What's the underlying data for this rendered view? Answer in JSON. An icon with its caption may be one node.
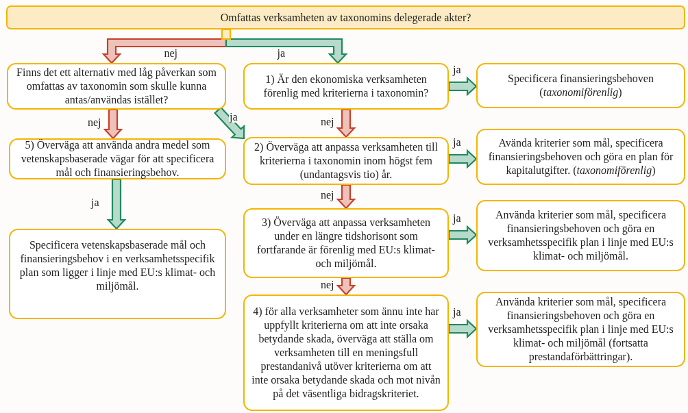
{
  "diagram": {
    "nodes": [
      {
        "text": [
          "Omfattas verksamheten av taxonomins delegerade akter?"
        ]
      },
      {
        "text": [
          "Finns det ett alternativ med låg påverkan som omfattas av taxonomin som skulle kunna antas/användas istället?"
        ]
      },
      {
        "text": [
          "1) Är den ekonomiska verksamheten förenlig med kriterierna i taxonomin?"
        ]
      },
      {
        "text": [
          "Specificera finansieringsbehoven (*taxonomiförenlig*)"
        ]
      },
      {
        "text": [
          "5) Överväga att använda andra medel som vetenskapsbaserade vägar för att specificera mål och finansieringsbehov."
        ]
      },
      {
        "text": [
          "2) Överväga att anpassa verksamheten till kriterierna i taxonomin inom högst fem (undantagsvis tio) år."
        ]
      },
      {
        "text": [
          "Avända kriterier som mål, specificera finansieringsbehoven och göra en plan för kapitalutgifter. (*taxonomiförenlig*)"
        ]
      },
      {
        "text": [
          "Specificera vetenskapsbaserade mål och finansieringsbehov i en verksamhetsspecifik plan som ligger i linje med EU:s klimat- och miljömål."
        ]
      },
      {
        "text": [
          "3) Överväga att anpassa verksamheten under en längre tidshorisont som fortfarande är förenlig med EU:s klimat- och miljömål."
        ]
      },
      {
        "text": [
          "Använda kriterier som mål, specificera finansieringsbehoven och göra en verksamhetsspecifik plan i linje med EU:s klimat- och miljömål."
        ]
      },
      {
        "text": [
          "4) för alla verksamheter som ännu inte har uppfyllt kriterierna om att inte orsaka betydande skada, överväga att ställa om verksamheten till en meningsfull prestandanivå utöver kriterierna om att inte orsaka betydande skada och mot nivån på det väsentliga bidragskriteriet."
        ]
      },
      {
        "text": [
          "Använda kriterier som mål, specificera finansieringsbehoven och göra en verksamhetsspecifik plan i linje med EU:s klimat- och miljömål (fortsatta prestandaförbättringar)."
        ]
      }
    ],
    "edges": [
      {
        "from": 0,
        "to": 1,
        "arrow": "to",
        "label": "nej",
        "color": "#c8402a"
      },
      {
        "from": 0,
        "to": 2,
        "arrow": "to",
        "label": "ja"
      },
      {
        "from": 1,
        "to": 4,
        "arrow": "to",
        "label": "nej",
        "color": "#c8402a"
      },
      {
        "from": 1,
        "to": 5,
        "arrow": "to",
        "label": "ja"
      },
      {
        "from": 2,
        "to": 3,
        "arrow": "to",
        "label": "ja"
      },
      {
        "from": 2,
        "to": 5,
        "arrow": "to",
        "label": "nej",
        "color": "#c8402a"
      },
      {
        "from": 4,
        "to": 7,
        "arrow": "to",
        "label": "ja"
      },
      {
        "from": 5,
        "to": 6,
        "arrow": "to",
        "label": "ja"
      },
      {
        "from": 5,
        "to": 8,
        "arrow": "to",
        "label": "nej",
        "color": "#c8402a"
      },
      {
        "from": 8,
        "to": 9,
        "arrow": "to",
        "label": "ja"
      },
      {
        "from": 8,
        "to": 10,
        "arrow": "to",
        "label": "nej",
        "color": "#c8402a"
      },
      {
        "from": 10,
        "to": 11,
        "arrow": "to",
        "label": "ja"
      }
    ]
  }
}
